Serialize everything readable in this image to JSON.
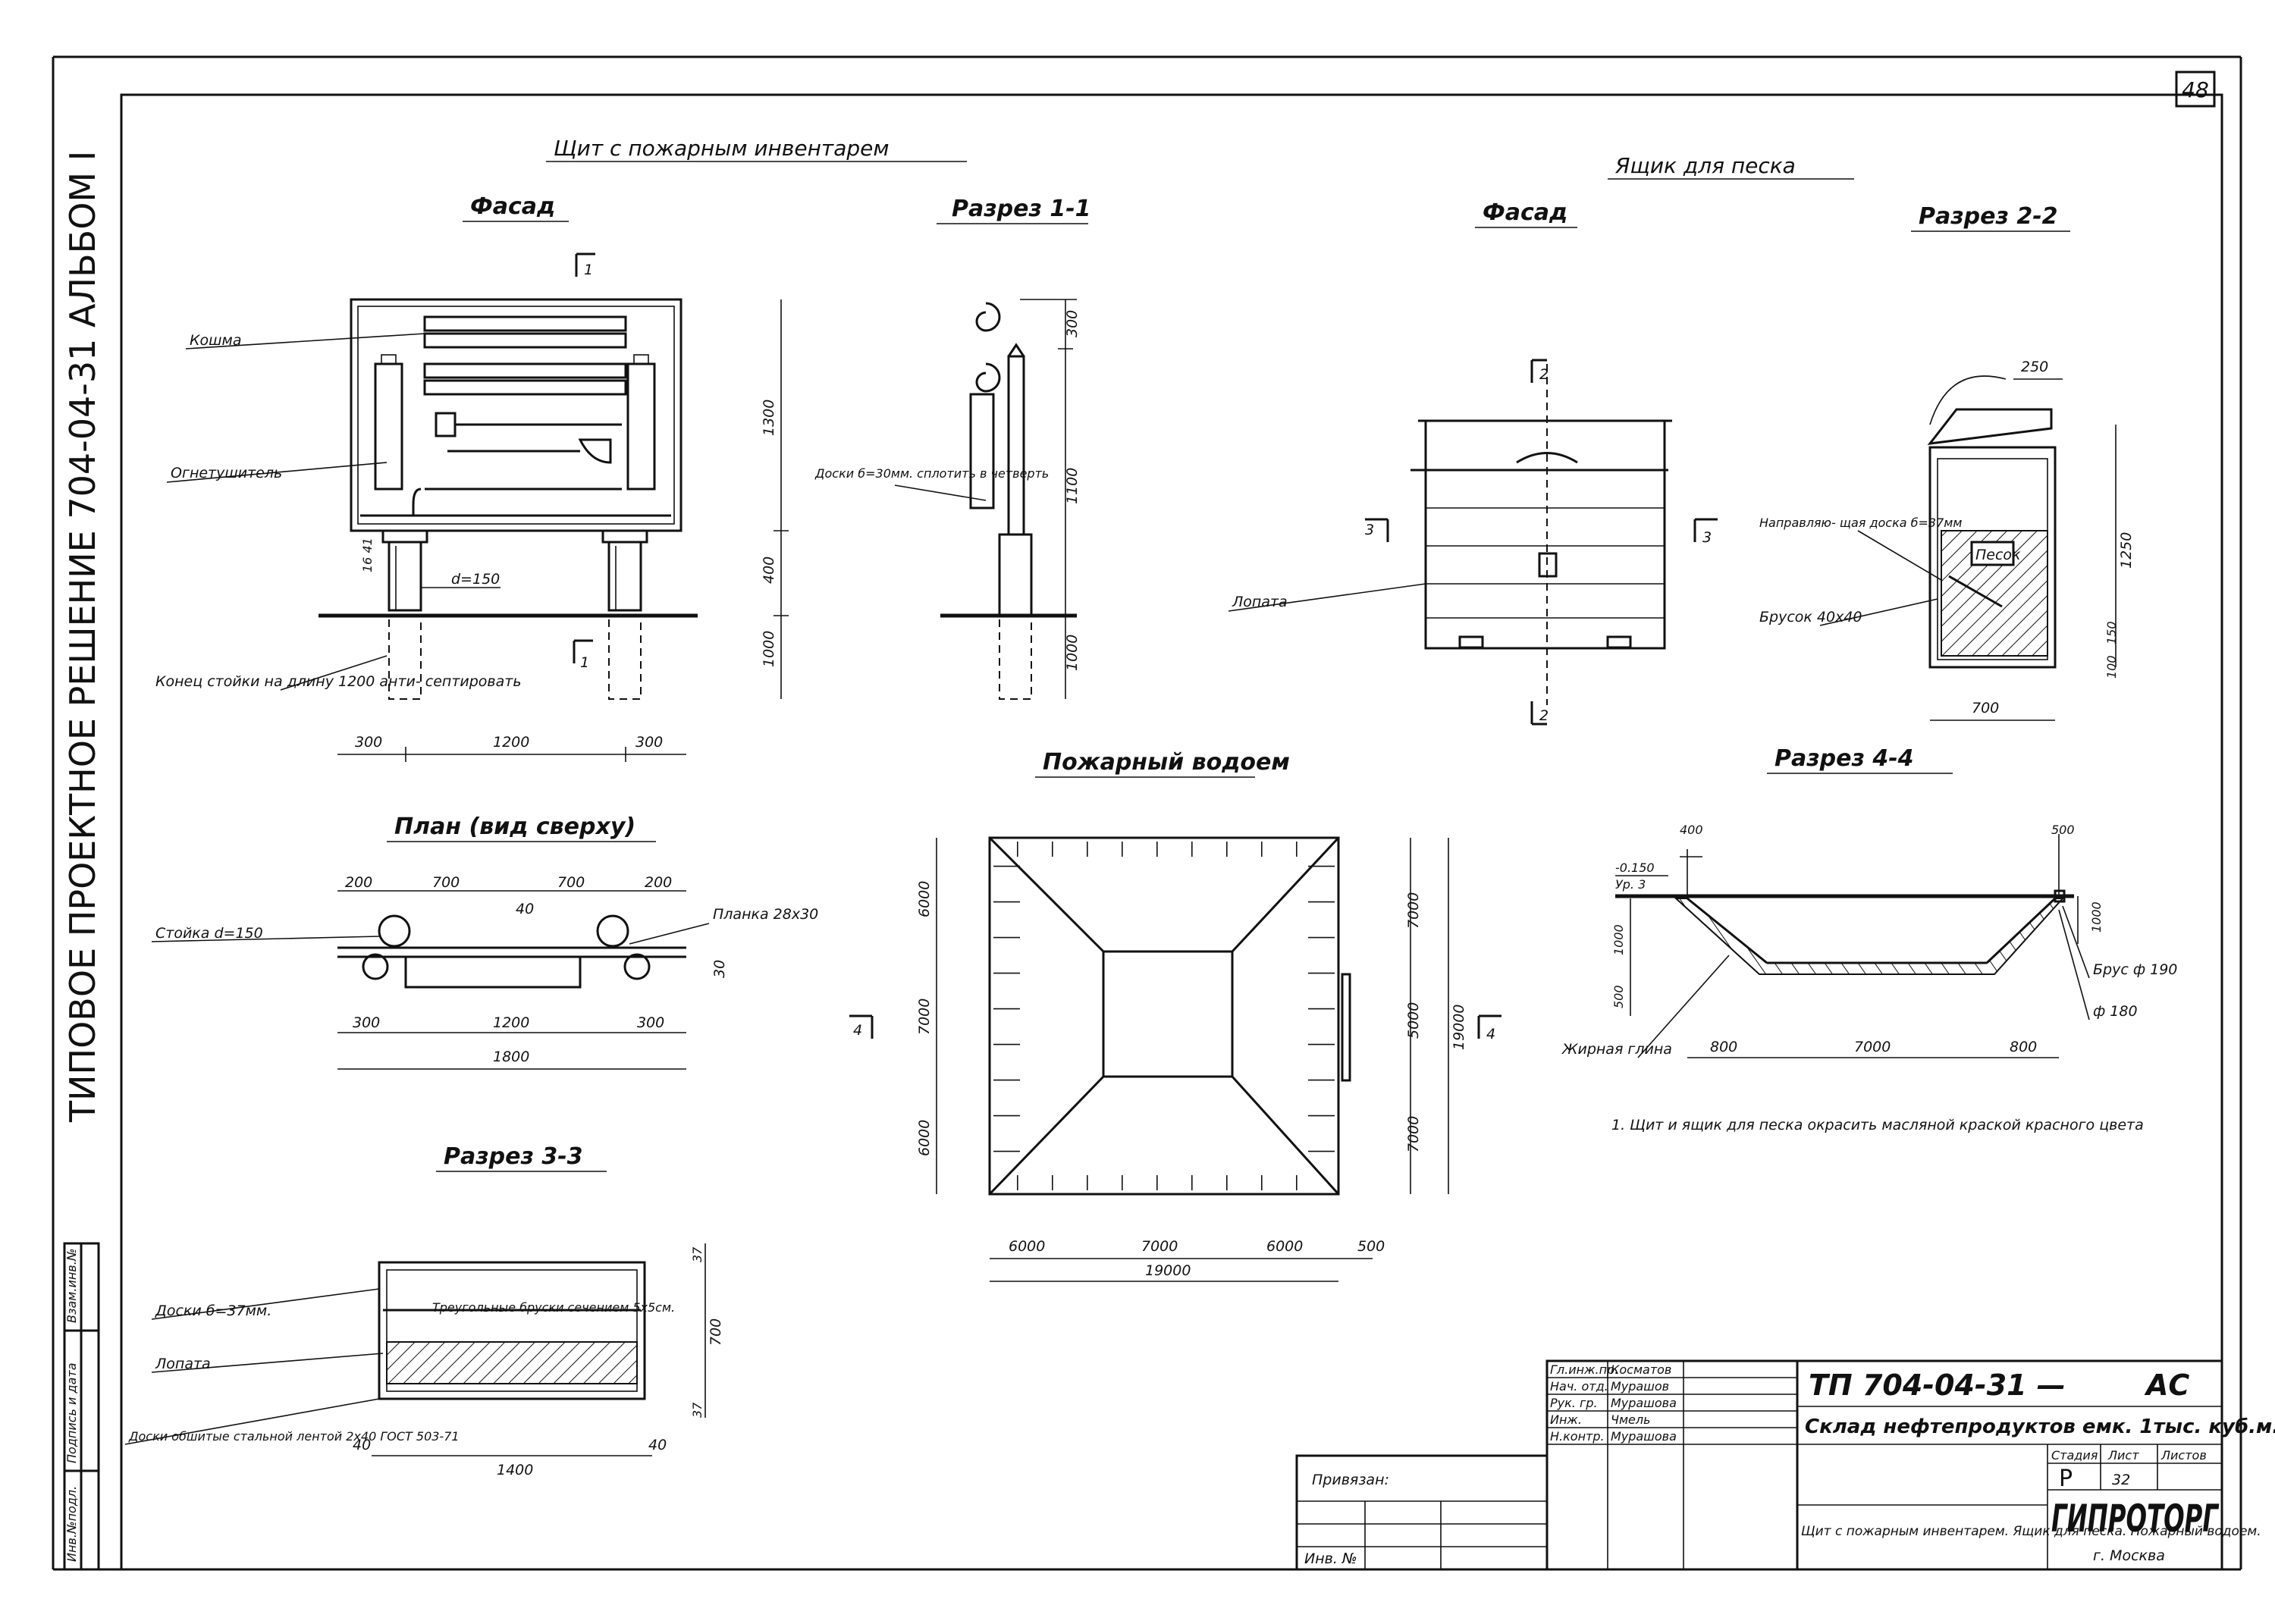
{
  "sheet": {
    "number": "48",
    "side_title": "ТИПОВОЕ ПРОЕКТНОЕ РЕШЕНИЕ 704-04-31 АЛЬБОМ I",
    "side_stamp": [
      "Инв.№подл.",
      "Подпись и дата",
      "Взам.инв.№"
    ]
  },
  "shield": {
    "title": "Щит с пожарным инвентарем",
    "facade": {
      "heading": "Фасад",
      "section_mark": "1",
      "labels": {
        "felt": "Кошма",
        "extinguisher": "Огнетушитель",
        "post_end": "Конец стойки на длину 1200 анти- септировать",
        "diameter": "d=150"
      },
      "dims": {
        "h1": "1300",
        "h2": "400",
        "h3": "1000",
        "w_left": "300",
        "w_mid": "1200",
        "w_right": "300",
        "small": "16 41"
      }
    },
    "section11": {
      "heading": "Разрез 1-1",
      "label": "Доски б=30мм. сплотить в четверть",
      "dims": {
        "d1": "300",
        "d2": "1100",
        "d3": "1000"
      }
    },
    "plan": {
      "heading": "План (вид сверху)",
      "labels": {
        "post": "Стойка d=150",
        "plank": "Планка 28x30"
      },
      "dims_top": [
        "200",
        "700",
        "700",
        "200"
      ],
      "dim_center": "40",
      "dim_side": "30",
      "dims_bottom": [
        "300",
        "1200",
        "300"
      ],
      "dim_total": "1800"
    },
    "section33": {
      "heading": "Разрез 3-3",
      "labels": {
        "boards": "Доски б=37мм.",
        "bars": "Треугольные бруски сечением 5x5см.",
        "shovel": "Лопата",
        "lined": "Доски обшитые стальной лентой 2x40 ГОСТ 503-71"
      },
      "dims": {
        "left": "40",
        "right": "40",
        "total": "1400",
        "h": "700",
        "top": "37",
        "bottom": "37"
      }
    }
  },
  "sandbox": {
    "title": "Ящик для песка",
    "facade": {
      "heading": "Фасад",
      "marks": {
        "top": "2",
        "bottom": "2",
        "left": "3",
        "right": "3"
      },
      "labels": {
        "shovel": "Лопата"
      }
    },
    "section22": {
      "heading": "Разрез 2-2",
      "labels": {
        "guide": "Направляю- щая доска б=37мм",
        "sand": "Песок",
        "bar": "Брусок 40x40"
      },
      "dims": {
        "top": "250",
        "h": "1250",
        "h2": "150",
        "h3": "100",
        "w": "700"
      }
    }
  },
  "pond": {
    "heading": "Пожарный водоем",
    "marks": {
      "left": "4",
      "right": "4"
    },
    "dims_left": [
      "6000",
      "7000",
      "6000"
    ],
    "dims_right": [
      "7000",
      "5000",
      "7000"
    ],
    "dim_total_right": "19000",
    "dims_bottom": [
      "6000",
      "7000",
      "6000"
    ],
    "dim_side_bottom": "500",
    "dim_total_bottom": "19000"
  },
  "section44": {
    "heading": "Разрез 4-4",
    "labels": {
      "level": "-0.150",
      "level_tag": "Ур. 3",
      "clay": "Жирная глина",
      "beam": "Брус ф 190",
      "pole": "ф 180"
    },
    "dims": {
      "top_left": "400",
      "top_right": "500",
      "left_h1": "1000",
      "left_h2": "500",
      "right_h": "1000",
      "bottom": [
        "800",
        "7000",
        "800"
      ]
    }
  },
  "note": "1. Щит и ящик для песка окрасить масляной краской красного цвета",
  "titleblock": {
    "code": "ТП 704-04-31 —",
    "mark": "АС",
    "project": "Склад нефтепродуктов емк. 1тыс. куб.м.",
    "sheet_title": "Щит с пожарным инвентарем. Ящик для песка. Пожарный водоем.",
    "stage_label": "Стадия",
    "sheet_label": "Лист",
    "sheets_label": "Листов",
    "stage": "Р",
    "sheet": "32",
    "org": "ГИПРОТОРГ",
    "city": "г. Москва",
    "linked": "Привязан:",
    "inv": "Инв. №",
    "roles": [
      {
        "role": "Гл.инж.пр.",
        "name": "Косматов"
      },
      {
        "role": "Нач. отд.",
        "name": "Мурашов"
      },
      {
        "role": "Рук. гр.",
        "name": "Мурашова"
      },
      {
        "role": "Инж.",
        "name": "Чмель"
      },
      {
        "role": "Н.контр.",
        "name": "Мурашова"
      }
    ]
  }
}
